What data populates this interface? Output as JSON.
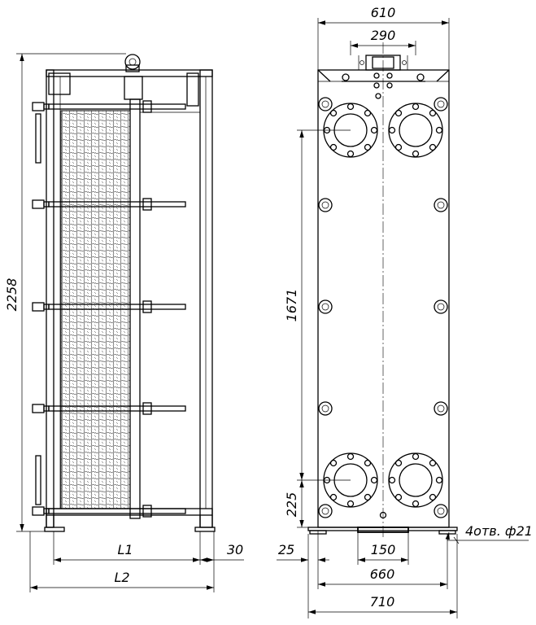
{
  "dimensions": {
    "overall_height": "2258",
    "length_l1": "L1",
    "length_l2": "L2",
    "offset_30": "30",
    "width_610": "610",
    "width_290": "290",
    "port_spacing": "1671",
    "port_height": "225",
    "offset_25": "25",
    "foot_150": "150",
    "width_660": "660",
    "width_710": "710",
    "holes": "4отв. ф21"
  },
  "colors": {
    "line": "#000000",
    "background": "#ffffff"
  }
}
